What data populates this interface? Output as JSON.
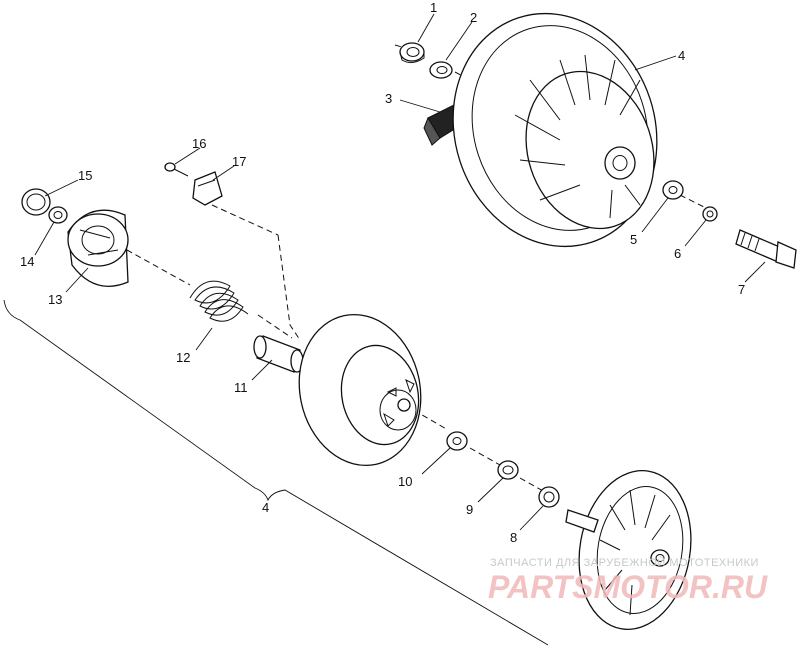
{
  "callouts": {
    "c1": "1",
    "c2": "2",
    "c3": "3",
    "c4a": "4",
    "c5": "5",
    "c6": "6",
    "c7": "7",
    "c8": "8",
    "c9": "9",
    "c10": "10",
    "c11": "11",
    "c12": "12",
    "c13": "13",
    "c14": "14",
    "c15": "15",
    "c16": "16",
    "c17": "17",
    "c4b": "4"
  },
  "watermark": {
    "line1": "ЗАПЧАСТИ ДЛЯ ЗАРУБЕЖНОЙ МОТОТЕХНИКИ",
    "line2": "PARTSMOTOR.RU"
  }
}
